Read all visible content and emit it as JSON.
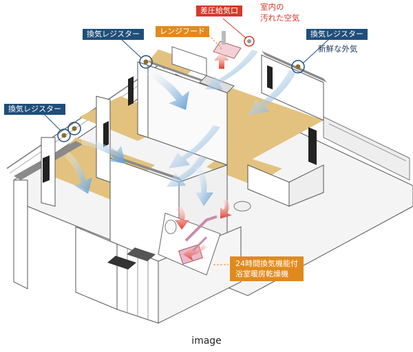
{
  "labels": {
    "register_top": "換気レジスター",
    "register_left": "換気レジスター",
    "register_right": "換気レジスター",
    "range_hood": "レンジフード",
    "pressure_inlet": "差圧給気口",
    "dirty_air": "室内の\n汚れた空気",
    "fresh_air": "新鮮な外気",
    "bath_unit_line1": "24時間換気機能付",
    "bath_unit_line2": "浴室暖房乾燥機"
  },
  "caption": "image",
  "colors": {
    "label_blue": "#1f4e79",
    "label_orange": "#e08a1e",
    "label_red": "#d6392a",
    "floor_wood": "#e3c27f",
    "wall_dark": "#8a8a8a",
    "airflow_blue": "#6fa9d8",
    "airflow_red": "#e0402f"
  }
}
